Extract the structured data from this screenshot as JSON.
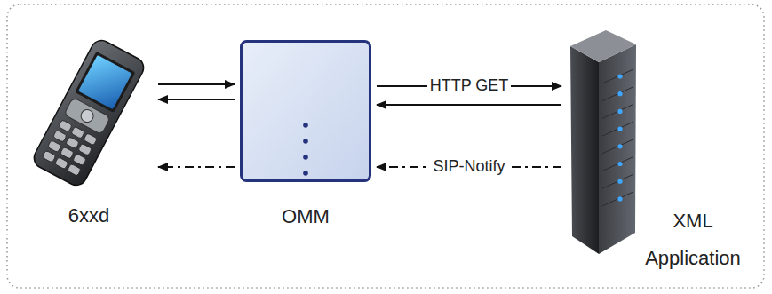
{
  "diagram": {
    "nodes": [
      {
        "text": [
          "6xxd"
        ]
      },
      {
        "text": [
          "OMM"
        ]
      },
      {
        "text": [
          "XML Application"
        ]
      }
    ],
    "edges": [
      {
        "from": 0,
        "to": 1,
        "arrow": "to"
      },
      {
        "from": 1,
        "to": 0,
        "arrow": "to"
      },
      {
        "from": 1,
        "to": 2,
        "label": "HTTP GET",
        "arrow": "to"
      },
      {
        "from": 2,
        "to": 1,
        "arrow": "to"
      },
      {
        "from": 2,
        "to": 1,
        "label": "SIP-Notify",
        "arrow": "to"
      },
      {
        "from": 1,
        "to": 0,
        "arrow": "to"
      }
    ]
  }
}
